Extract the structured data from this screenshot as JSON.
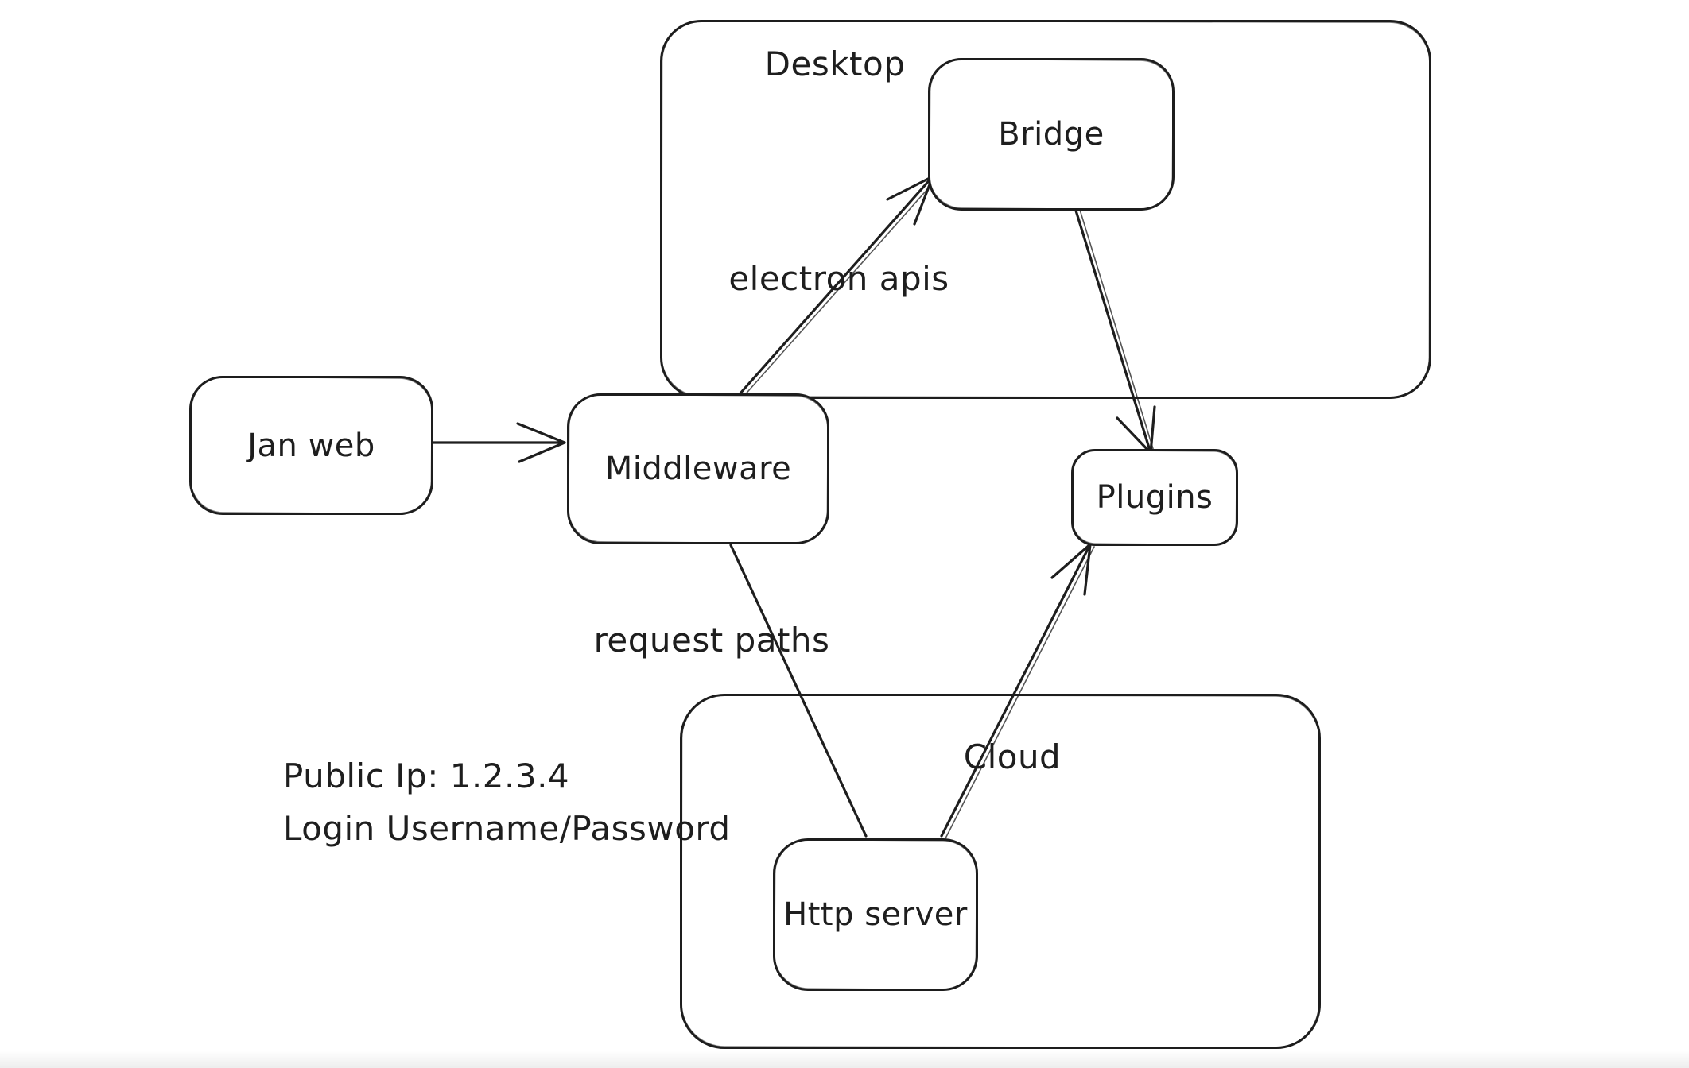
{
  "canvas": {
    "background": "#ffffff",
    "stroke_color": "#1e1e1e"
  },
  "diagram": {
    "containers": [
      {
        "id": "desktop",
        "label": "Desktop"
      },
      {
        "id": "cloud",
        "label": "Cloud"
      }
    ],
    "nodes": [
      {
        "id": "jan-web",
        "label": "Jan web"
      },
      {
        "id": "middleware",
        "label": "Middleware"
      },
      {
        "id": "bridge",
        "label": "Bridge"
      },
      {
        "id": "plugins",
        "label": "Plugins"
      },
      {
        "id": "http-server",
        "label": "Http server"
      }
    ],
    "edges": [
      {
        "from": "jan-web",
        "to": "middleware",
        "label": ""
      },
      {
        "from": "middleware",
        "to": "bridge",
        "label": "electron apis"
      },
      {
        "from": "bridge",
        "to": "plugins",
        "label": ""
      },
      {
        "from": "middleware",
        "to": "http-server",
        "label": "request paths"
      },
      {
        "from": "http-server",
        "to": "plugins",
        "label": ""
      }
    ],
    "annotations": [
      {
        "id": "public-ip",
        "text": "Public Ip: 1.2.3.4"
      },
      {
        "id": "login",
        "text": "Login Username/Password"
      }
    ]
  }
}
